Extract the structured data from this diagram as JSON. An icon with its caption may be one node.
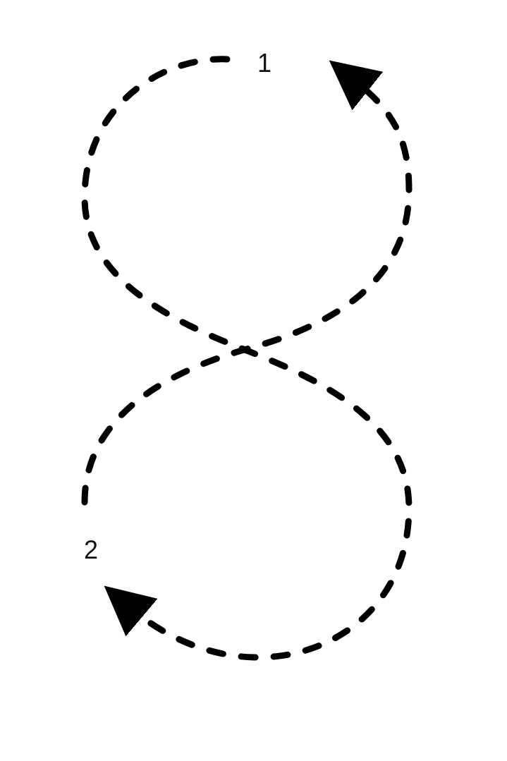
{
  "diagram": {
    "nodes": [
      {
        "text": [
          "1"
        ]
      },
      {
        "text": [
          "2"
        ]
      }
    ],
    "edges": [
      {
        "from": 0,
        "to": 1,
        "arrow": "to",
        "style": "dashed"
      },
      {
        "from": 1,
        "to": 0,
        "arrow": "to",
        "style": "dashed"
      }
    ]
  }
}
